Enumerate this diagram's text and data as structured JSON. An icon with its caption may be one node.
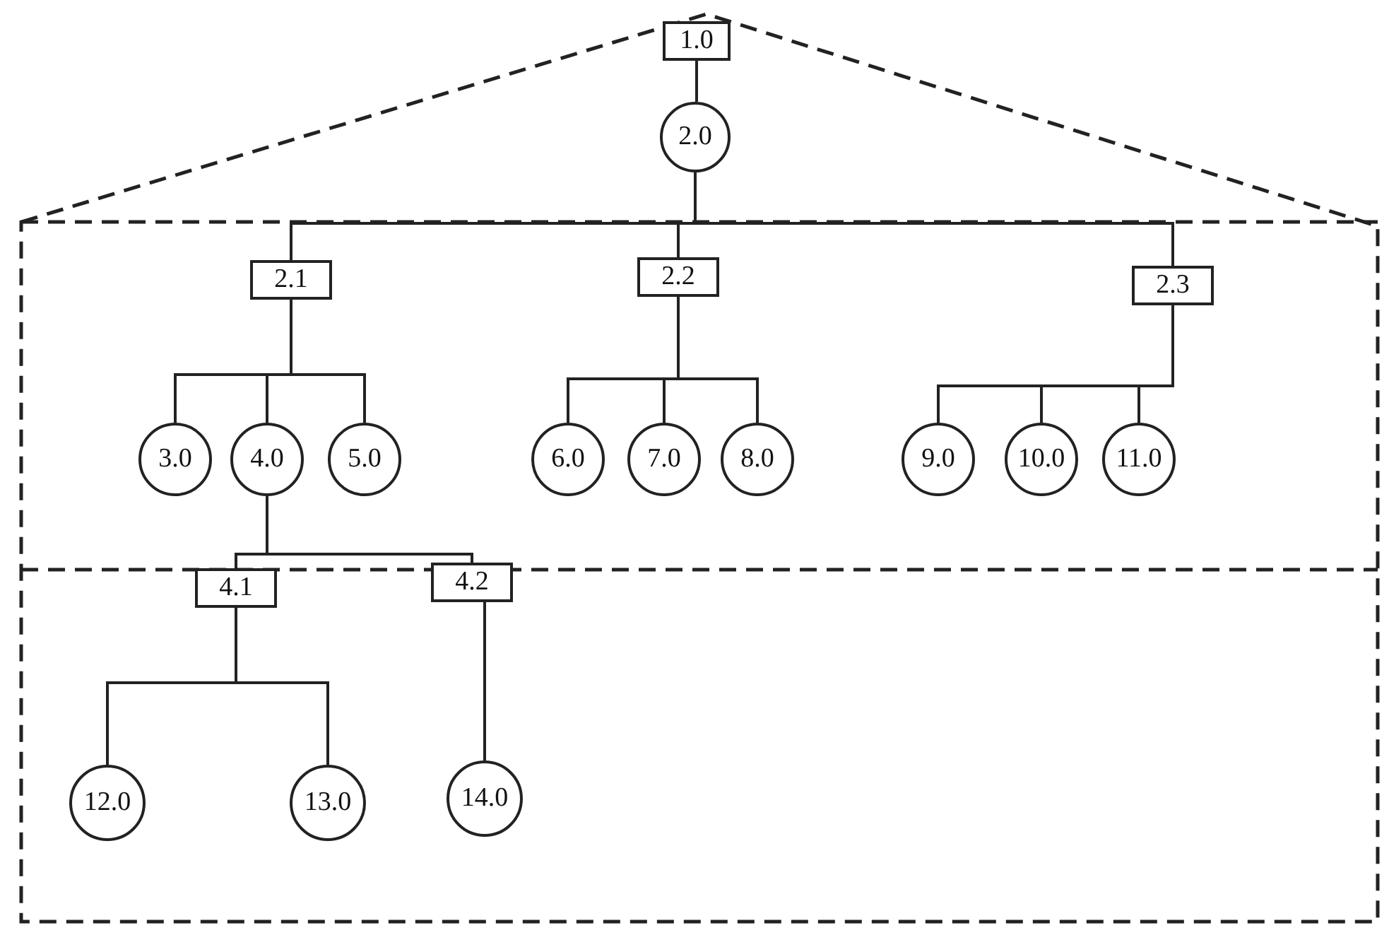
{
  "diagram": {
    "nodes": [
      {
        "text": [
          "1.0"
        ]
      },
      {
        "text": [
          "2.0"
        ]
      },
      {
        "text": [
          "2.1"
        ]
      },
      {
        "text": [
          "2.2"
        ]
      },
      {
        "text": [
          "2.3"
        ]
      },
      {
        "text": [
          "3.0"
        ]
      },
      {
        "text": [
          "4.0"
        ]
      },
      {
        "text": [
          "5.0"
        ]
      },
      {
        "text": [
          "6.0"
        ]
      },
      {
        "text": [
          "7.0"
        ]
      },
      {
        "text": [
          "8.0"
        ]
      },
      {
        "text": [
          "9.0"
        ]
      },
      {
        "text": [
          "10.0"
        ]
      },
      {
        "text": [
          "11.0"
        ]
      },
      {
        "text": [
          "4.1"
        ]
      },
      {
        "text": [
          "4.2"
        ]
      },
      {
        "text": [
          "12.0"
        ]
      },
      {
        "text": [
          "13.0"
        ]
      },
      {
        "text": [
          "14.0"
        ]
      }
    ],
    "edges": [
      {
        "from": 0,
        "to": 1,
        "arrow": "none"
      },
      {
        "from": 1,
        "to": 2,
        "arrow": "none"
      },
      {
        "from": 1,
        "to": 3,
        "arrow": "none"
      },
      {
        "from": 1,
        "to": 4,
        "arrow": "none"
      },
      {
        "from": 2,
        "to": 5,
        "arrow": "none"
      },
      {
        "from": 2,
        "to": 6,
        "arrow": "none"
      },
      {
        "from": 2,
        "to": 7,
        "arrow": "none"
      },
      {
        "from": 3,
        "to": 8,
        "arrow": "none"
      },
      {
        "from": 3,
        "to": 9,
        "arrow": "none"
      },
      {
        "from": 3,
        "to": 10,
        "arrow": "none"
      },
      {
        "from": 4,
        "to": 11,
        "arrow": "none"
      },
      {
        "from": 4,
        "to": 12,
        "arrow": "none"
      },
      {
        "from": 4,
        "to": 13,
        "arrow": "none"
      },
      {
        "from": 6,
        "to": 14,
        "arrow": "none"
      },
      {
        "from": 6,
        "to": 15,
        "arrow": "none"
      },
      {
        "from": 14,
        "to": 16,
        "arrow": "none"
      },
      {
        "from": 14,
        "to": 17,
        "arrow": "none"
      },
      {
        "from": 15,
        "to": 18,
        "arrow": "none"
      }
    ]
  }
}
